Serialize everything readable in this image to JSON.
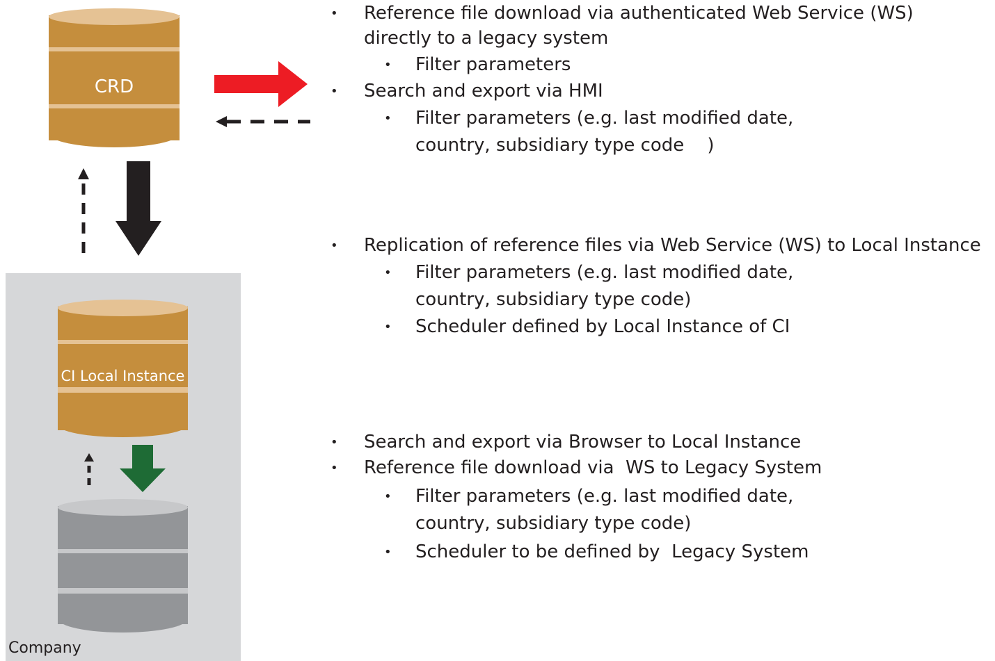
{
  "diagram": {
    "crd_label": "CRD",
    "ci_label": "CI Local Instance",
    "company_label": "Company",
    "colors": {
      "db_gold": "#c58e3d",
      "db_gold_light": "#e5c294",
      "db_gray": "#939598",
      "db_gray_light": "#c7c8ca",
      "panel": "#d6d7d9",
      "red_arrow": "#ed1c24",
      "green_arrow": "#1e6b35",
      "dark": "#231f20"
    }
  },
  "section1": {
    "b1_line1": "Reference file download via authenticated Web Service (WS)",
    "b1_line2": "directly to a legacy system",
    "b1_sub1": "Filter parameters",
    "b2": "Search and export via HMI",
    "b2_sub1_line1": "Filter parameters (e.g. last modified date,",
    "b2_sub1_line2": "country, subsidiary type code    )"
  },
  "section2": {
    "b1": "Replication of reference files via Web Service (WS) to Local Instance",
    "sub1_line1": "Filter parameters (e.g. last modified date,",
    "sub1_line2": "country, subsidiary type code)",
    "sub2": "Scheduler defined by Local Instance of CI"
  },
  "section3": {
    "b1": "Search and export via Browser to Local Instance",
    "b2": "Reference file download via  WS to Legacy System",
    "sub1_line1": "Filter parameters (e.g. last modified date,",
    "sub1_line2": "country, subsidiary type code)",
    "sub2": "Scheduler to be defined by  Legacy System"
  }
}
